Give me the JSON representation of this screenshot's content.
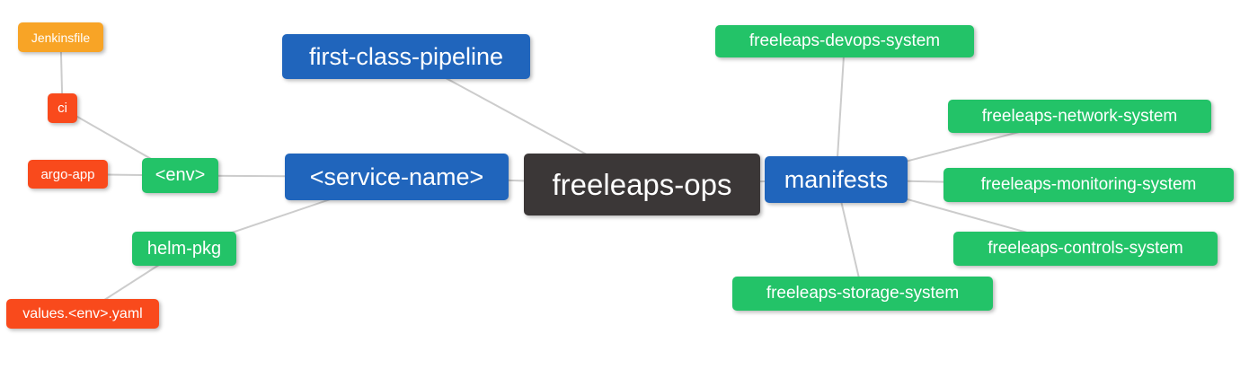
{
  "diagram": {
    "type": "mindmap",
    "colors": {
      "blue": "#2065bc",
      "green": "#23c368",
      "red": "#f94a1c",
      "orange": "#f8a426",
      "dark": "#3b3737",
      "edge": "#cccccc",
      "node_text": "#ffffff",
      "background": "#ffffff"
    },
    "root_label": "freeleaps-ops",
    "nodes": [
      {
        "id": "jenkinsfile",
        "label": "Jenkinsfile",
        "color": "orange"
      },
      {
        "id": "ci",
        "label": "ci",
        "color": "red"
      },
      {
        "id": "argo-app",
        "label": "argo-app",
        "color": "red"
      },
      {
        "id": "env",
        "label": "<env>",
        "color": "green"
      },
      {
        "id": "helm-pkg",
        "label": "helm-pkg",
        "color": "green"
      },
      {
        "id": "values-env-yaml",
        "label": "values.<env>.yaml",
        "color": "red"
      },
      {
        "id": "first-class-pipeline",
        "label": "first-class-pipeline",
        "color": "blue"
      },
      {
        "id": "service-name",
        "label": "<service-name>",
        "color": "blue"
      },
      {
        "id": "freeleaps-ops",
        "label": "freeleaps-ops",
        "color": "dark"
      },
      {
        "id": "manifests",
        "label": "manifests",
        "color": "blue"
      },
      {
        "id": "freeleaps-devops-system",
        "label": "freeleaps-devops-system",
        "color": "green"
      },
      {
        "id": "freeleaps-network-system",
        "label": "freeleaps-network-system",
        "color": "green"
      },
      {
        "id": "freeleaps-monitoring-system",
        "label": "freeleaps-monitoring-system",
        "color": "green"
      },
      {
        "id": "freeleaps-controls-system",
        "label": "freeleaps-controls-system",
        "color": "green"
      },
      {
        "id": "freeleaps-storage-system",
        "label": "freeleaps-storage-system",
        "color": "green"
      }
    ],
    "edges": [
      [
        "jenkinsfile",
        "ci"
      ],
      [
        "ci",
        "env"
      ],
      [
        "argo-app",
        "env"
      ],
      [
        "env",
        "service-name"
      ],
      [
        "helm-pkg",
        "service-name"
      ],
      [
        "values-env-yaml",
        "helm-pkg"
      ],
      [
        "service-name",
        "freeleaps-ops"
      ],
      [
        "first-class-pipeline",
        "freeleaps-ops"
      ],
      [
        "freeleaps-ops",
        "manifests"
      ],
      [
        "manifests",
        "freeleaps-devops-system"
      ],
      [
        "manifests",
        "freeleaps-network-system"
      ],
      [
        "manifests",
        "freeleaps-monitoring-system"
      ],
      [
        "manifests",
        "freeleaps-controls-system"
      ],
      [
        "manifests",
        "freeleaps-storage-system"
      ]
    ]
  }
}
